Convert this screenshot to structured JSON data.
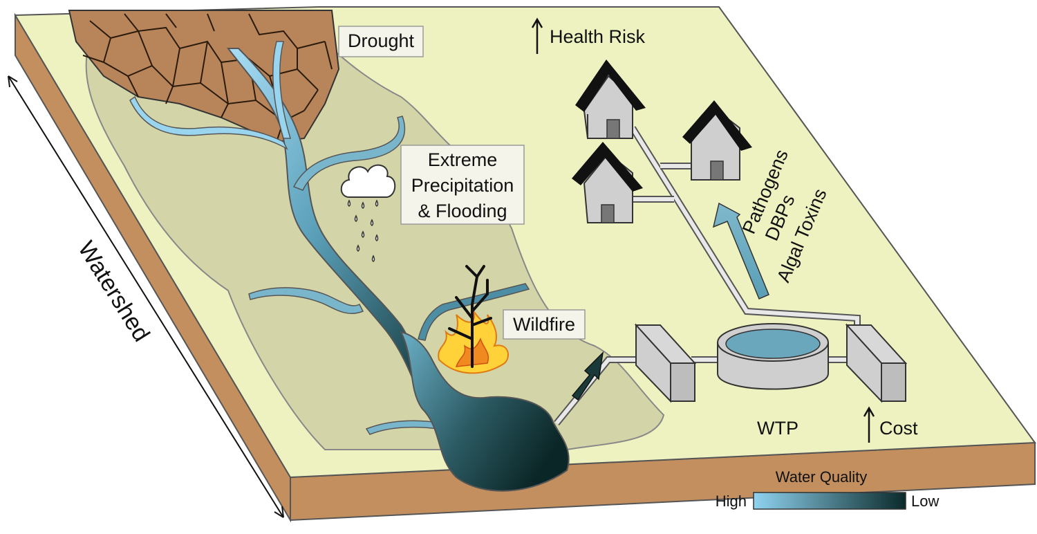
{
  "labels": {
    "drought": "Drought",
    "precip_line1": "Extreme",
    "precip_line2": "Precipitation",
    "precip_line3": "& Flooding",
    "wildfire": "Wildfire",
    "health_risk": "Health Risk",
    "pathogens": "Pathogens",
    "dbps": "DBPs",
    "algal_toxins": "Algal Toxins",
    "wtp": "WTP",
    "cost": "Cost",
    "watershed": "Watershed"
  },
  "legend": {
    "title": "Water Quality",
    "high": "High",
    "low": "Low",
    "high_color": "#8fd3f0",
    "low_color": "#0b2a2a"
  },
  "colors": {
    "land_top": "#eef2c0",
    "land_side": "#c38f5e",
    "watershed_area": "#d3d5a9",
    "drought_soil": "#b8855a",
    "roof": "#111111",
    "building": "#cfcfcf",
    "arrow_teal": "#5aa0b8"
  },
  "icons": {
    "cloud": "rain-cloud-icon",
    "tree": "burnt-tree-icon",
    "fire": "flame-icon",
    "house": "house-icon"
  }
}
